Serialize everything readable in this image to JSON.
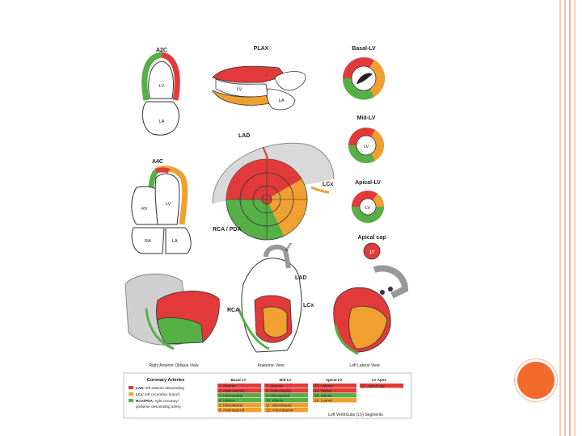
{
  "colors": {
    "lad_red": "#e23a3a",
    "lcx_orange": "#f0a030",
    "rca_green": "#56b046",
    "accent_orange": "#f26a2c",
    "border_lines": "#f5c2a8"
  },
  "views": {
    "a2c": "A2C",
    "plax": "PLAX",
    "basal_lv": "Basal-LV",
    "mid_lv": "Mid-LV",
    "a4c": "A4C",
    "apical_lv": "Apical-LV",
    "apical_cap": "Apical cap",
    "apical_cap_num": "17",
    "anatomic_caption": "Anatomic View",
    "rao_caption": "Right Anterior Oblique View",
    "llv_caption": "Left Lateral View"
  },
  "chamber_labels": {
    "lv": "LV",
    "la": "LA",
    "rv": "RV",
    "ra": "RA",
    "aorta": "Aorta"
  },
  "artery_labels": {
    "lad": "LAD",
    "lcx": "LCx",
    "rca_pda": "RCA / PDA",
    "rca": "RCA"
  },
  "legend": {
    "title": "Coronary Arteries",
    "items": [
      {
        "abbr": "LAD",
        "text": ": left anterior descending"
      },
      {
        "abbr": "LCx",
        "text": ": left circumflex branch"
      },
      {
        "abbr": "RCA/PDA",
        "text": ": right coronary/"
      },
      {
        "abbr": "",
        "text": "posterior descending artery"
      }
    ]
  },
  "segments_table": {
    "headers": [
      "Basal LV",
      "Mid-LV",
      "Apical LV",
      "LV Apex"
    ],
    "basal": [
      "1. Anterior",
      "2. Anteroseptal",
      "3. Inferoseptal",
      "4. Inferior",
      "5. Inferolateral",
      "6. Anterolateral"
    ],
    "mid": [
      "7. Anterior",
      "8. Anteroseptal",
      "9. Inferoseptal",
      "10. Inferior",
      "11. Inferolateral",
      "12. Anterolateral"
    ],
    "apical": [
      "13. Anterior",
      "14. Septal",
      "15. Inferior",
      "16. Lateral"
    ],
    "apex": [
      "17. Apical cap"
    ],
    "caption": "Left Ventricular (LV) Segments"
  }
}
